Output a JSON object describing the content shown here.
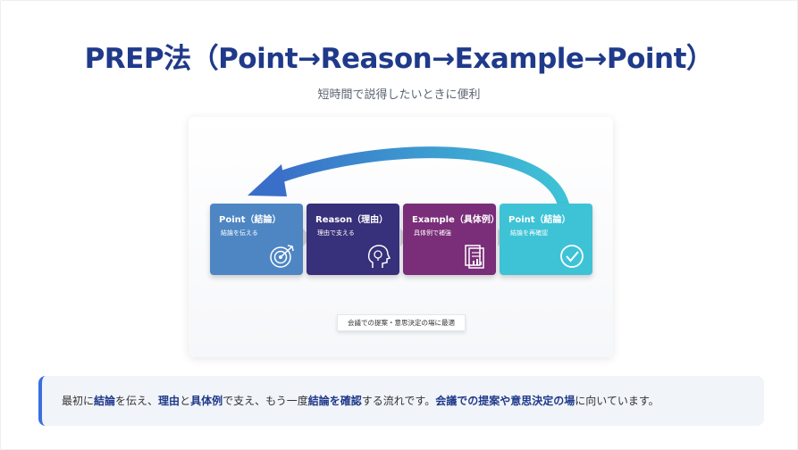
{
  "title": "PREP法（Point→Reason→Example→Point）",
  "subtitle": "短時間で説得したいときに便利",
  "steps": [
    {
      "title": "Point（結論）",
      "desc": "結論を伝える",
      "color": "#4e86c4",
      "icon": "target-icon"
    },
    {
      "title": "Reason（理由）",
      "desc": "理由で支える",
      "color": "#37307a",
      "icon": "head-bulb-icon"
    },
    {
      "title": "Example（具体例）",
      "desc": "具体例で補強",
      "color": "#7a2d78",
      "icon": "document-chart-icon"
    },
    {
      "title": "Point（結論）",
      "desc": "結論を再確認",
      "color": "#3ec3d6",
      "icon": "check-circle-icon"
    }
  ],
  "arrow_color": "#3a7fd0",
  "badge": "会議での提案・意思決定の場に最適",
  "callout": {
    "parts": [
      {
        "text": "最初に",
        "hl": false
      },
      {
        "text": "結論",
        "hl": true
      },
      {
        "text": "を伝え、",
        "hl": false
      },
      {
        "text": "理由",
        "hl": true
      },
      {
        "text": "と",
        "hl": false
      },
      {
        "text": "具体例",
        "hl": true
      },
      {
        "text": "で支え、もう一度",
        "hl": false
      },
      {
        "text": "結論を確認",
        "hl": true
      },
      {
        "text": "する流れです。",
        "hl": false
      },
      {
        "text": "会議での提案や意思決定の場",
        "hl": true
      },
      {
        "text": "に向いています。",
        "hl": false
      }
    ]
  }
}
